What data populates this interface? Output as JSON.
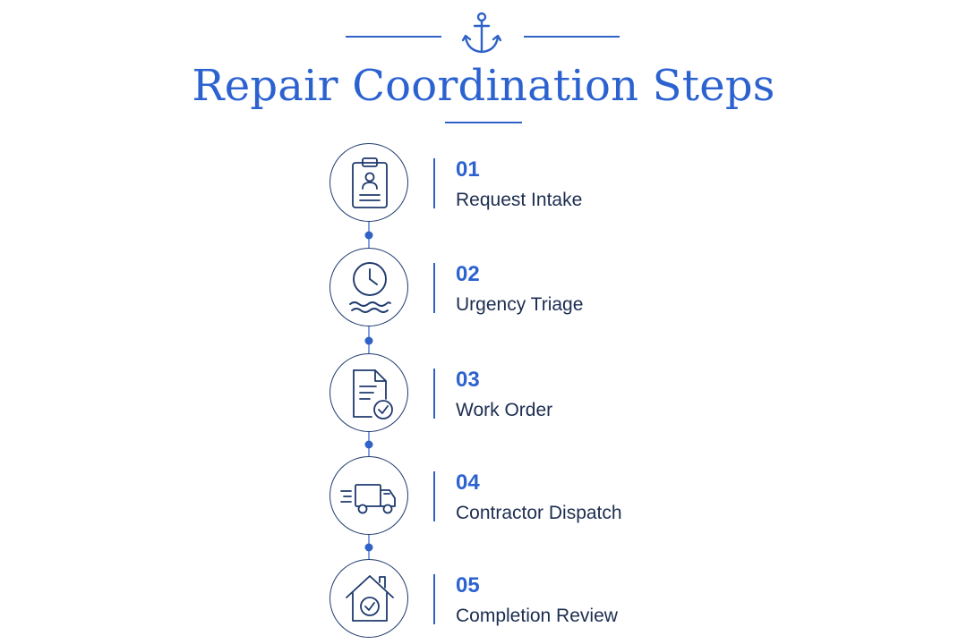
{
  "header": {
    "title": "Repair Coordination Steps",
    "emblem_icon": "anchor-icon"
  },
  "colors": {
    "accent": "#2c62d0",
    "rule": "#2f62c7",
    "icon_stroke": "#1f3a6e",
    "label_text": "#1c2d50",
    "connector": "#2f62c7"
  },
  "steps": [
    {
      "number": "01",
      "label": "Request Intake",
      "icon": "clipboard-user-icon"
    },
    {
      "number": "02",
      "label": "Urgency Triage",
      "icon": "clock-waves-icon"
    },
    {
      "number": "03",
      "label": "Work Order",
      "icon": "document-check-icon"
    },
    {
      "number": "04",
      "label": "Contractor Dispatch",
      "icon": "delivery-truck-icon"
    },
    {
      "number": "05",
      "label": "Completion Review",
      "icon": "house-check-icon"
    }
  ]
}
